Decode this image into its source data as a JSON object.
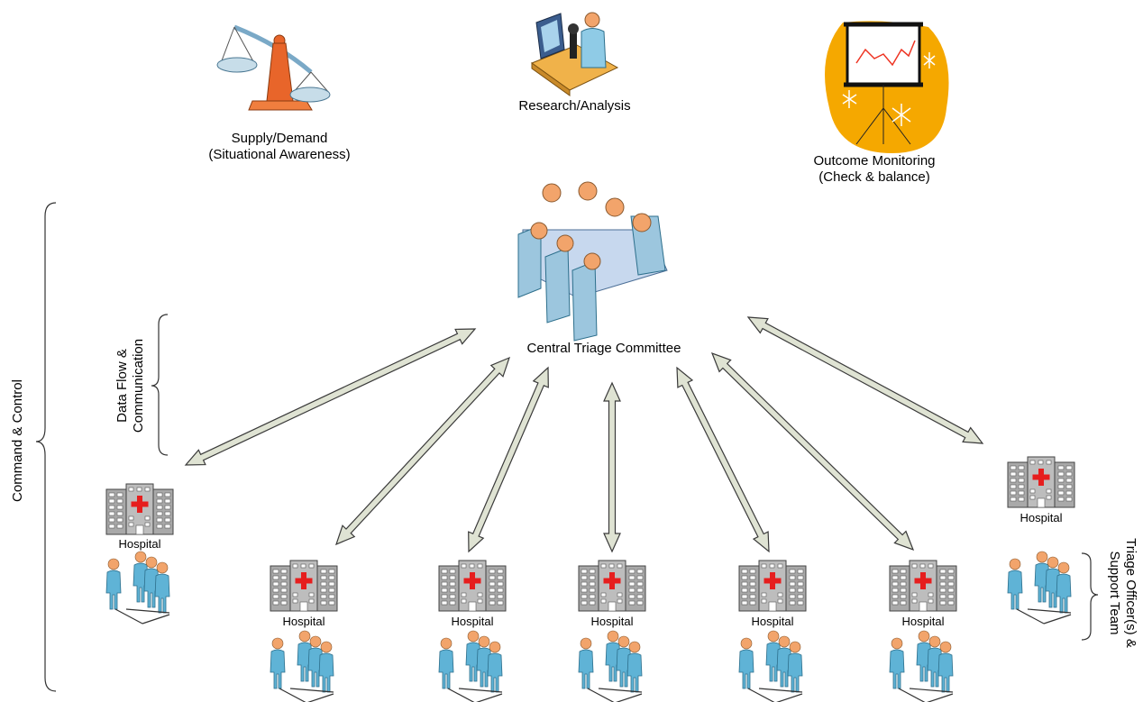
{
  "top_icons": {
    "supply_demand": {
      "line1": "Supply/Demand",
      "line2": "(Situational Awareness)"
    },
    "research": {
      "label": "Research/Analysis"
    },
    "outcome": {
      "line1": "Outcome Monitoring",
      "line2": "(Check & balance)"
    }
  },
  "center": {
    "label": "Central Triage Committee"
  },
  "side_labels": {
    "command_control": "Command & Control",
    "data_flow_line1": "Data Flow &",
    "data_flow_line2": "Communication",
    "triage_line1": "Triage Officer(s) &",
    "triage_line2": "Support Team"
  },
  "hospital_label": "Hospital",
  "hospitals": [
    {
      "label": "Hospital"
    },
    {
      "label": "Hospital"
    },
    {
      "label": "Hospital"
    },
    {
      "label": "Hospital"
    },
    {
      "label": "Hospital"
    },
    {
      "label": "Hospital"
    },
    {
      "label": "Hospital"
    }
  ],
  "colors": {
    "arrow_fill": "#dfe3d3",
    "arrow_stroke": "#3a3a3a",
    "person": "#5fb3d6",
    "cross": "#e61e1e",
    "building": "#9a9a9a",
    "outcome_blob": "#f5a800",
    "scale": "#e8652a"
  }
}
